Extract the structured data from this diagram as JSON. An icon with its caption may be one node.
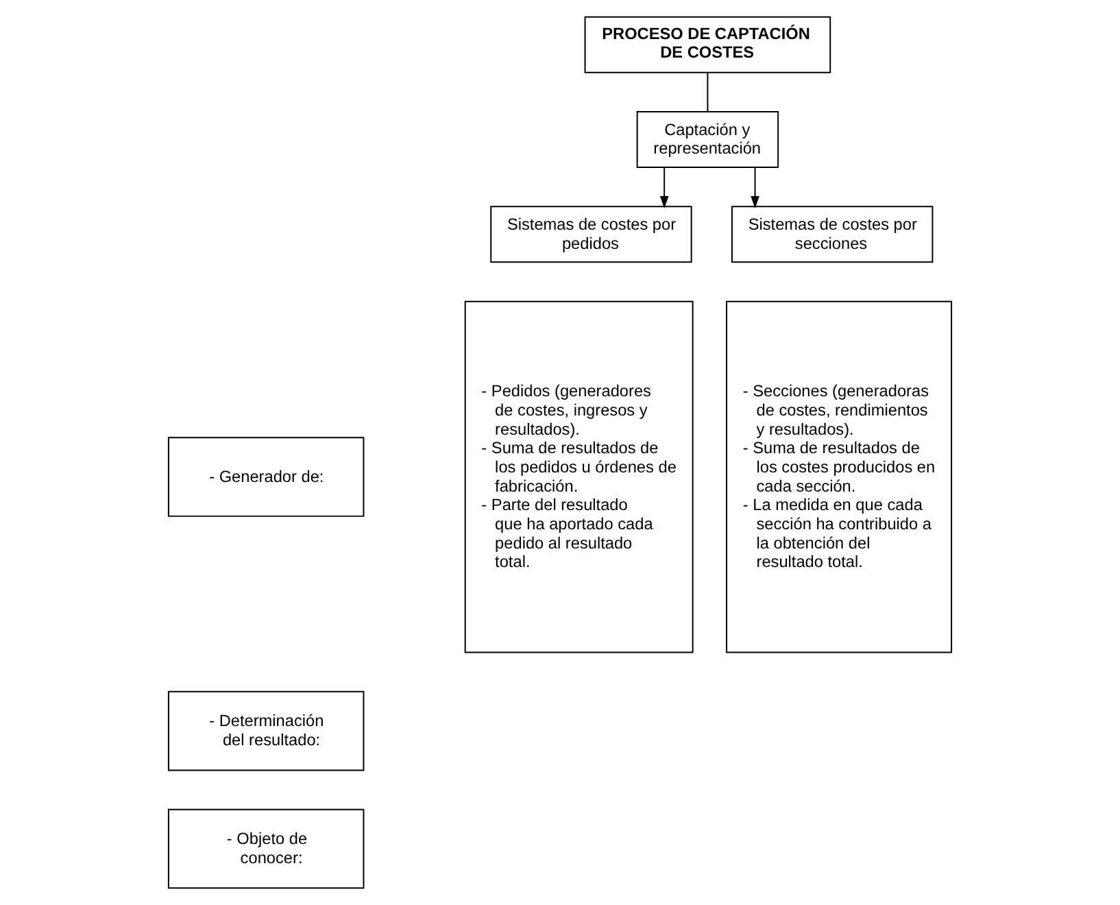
{
  "diagram": {
    "nodes": [
      {
        "text": [
          "PROCESO DE CAPTACIÓN DE COSTES"
        ]
      },
      {
        "text": [
          "Captación y representación"
        ]
      },
      {
        "text": [
          "Sistemas de costes por pedidos"
        ]
      },
      {
        "text": [
          "Sistemas de costes por secciones"
        ]
      },
      {
        "text": [
          "- Generador de:"
        ]
      },
      {
        "text": [
          "- Determinación del resultado:"
        ]
      },
      {
        "text": [
          "- Objeto de conocer:"
        ]
      },
      {
        "text": [
          "- Pedidos (generadores de costes, ingresos y resultados).",
          "- Suma de resultados de los pedidos u órdenes de fabricación.",
          "- Parte del resultado que ha aportado cada pedido al resultado total."
        ]
      },
      {
        "text": [
          "- Secciones (generadoras de costes, rendimientos y resultados).",
          "- Suma de resultados de los costes producidos en cada sección.",
          "- La medida en que cada sección ha contribuido a la obtención del resultado total."
        ]
      }
    ],
    "edges": [
      {
        "from": 0,
        "to": 1,
        "arrow": "none"
      },
      {
        "from": 1,
        "to": 2,
        "arrow": "to"
      },
      {
        "from": 1,
        "to": 3,
        "arrow": "to"
      }
    ]
  }
}
